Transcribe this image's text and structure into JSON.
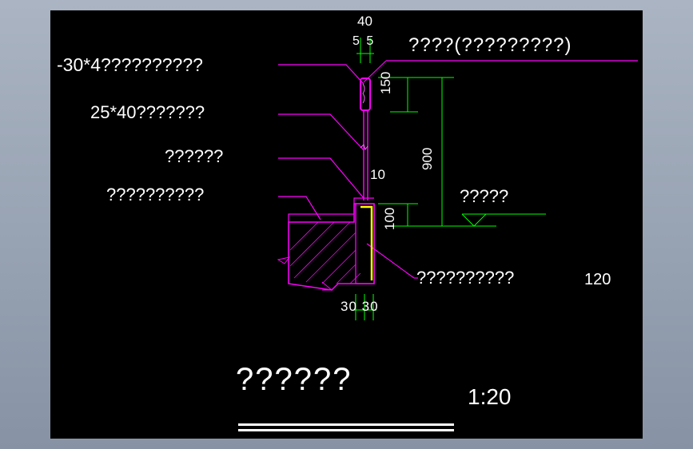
{
  "labels": {
    "dim_top_total": "40",
    "dim_top_split": "5 5",
    "label_handrail_type": "????(?????????)",
    "label_flat_steel": "-30*4??????????",
    "label_square_tube": "25*40???????",
    "label_third": "??????",
    "label_fourth": "??????????",
    "dim_150": "150",
    "dim_900": "900",
    "dim_10": "10",
    "dim_100": "100",
    "label_floor": "?????",
    "label_curb": "??????????",
    "dim_120": "120",
    "dim_bottom": "30 30",
    "title": "??????",
    "scale": "1:20"
  },
  "colors": {
    "background": "#000000",
    "window": "#9aa5b5",
    "drawing_line": "#ff00ff",
    "dimension_line": "#00ff00",
    "text": "#ffffff",
    "fill_accent": "#ffff00"
  }
}
